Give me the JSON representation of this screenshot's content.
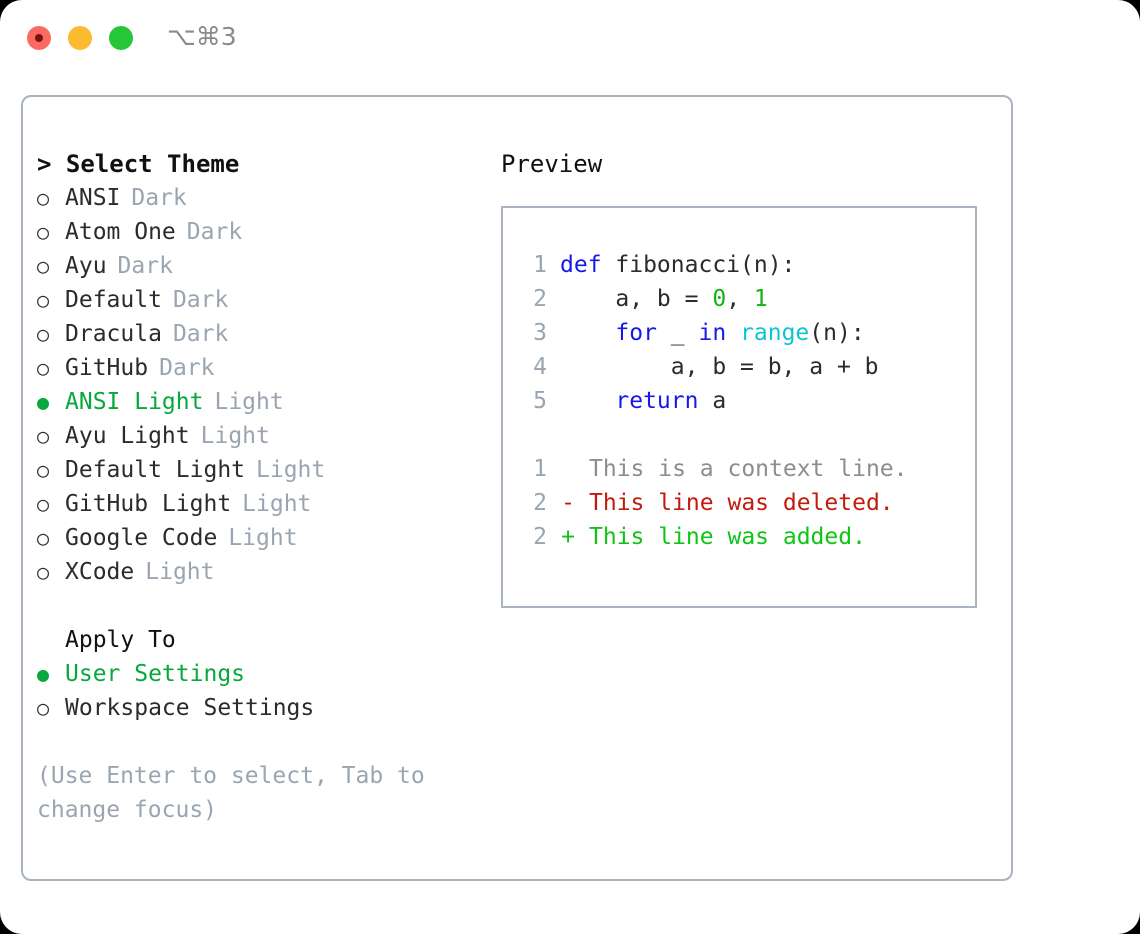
{
  "titlebar": {
    "shortcut": "⌥⌘3",
    "lights": [
      {
        "name": "close-button",
        "color": "#fb6a61"
      },
      {
        "name": "minimize-button",
        "color": "#fcbb2e"
      },
      {
        "name": "maximize-button",
        "color": "#26c639"
      }
    ]
  },
  "theme_picker": {
    "heading": "> Select Theme",
    "selected_marker": "●",
    "unselected_marker": "○",
    "accent_color": "#07a83d",
    "items": [
      {
        "name": "ANSI",
        "variant": "Dark",
        "selected": false
      },
      {
        "name": "Atom One",
        "variant": "Dark",
        "selected": false
      },
      {
        "name": "Ayu",
        "variant": "Dark",
        "selected": false
      },
      {
        "name": "Default",
        "variant": "Dark",
        "selected": false
      },
      {
        "name": "Dracula",
        "variant": "Dark",
        "selected": false
      },
      {
        "name": "GitHub",
        "variant": "Dark",
        "selected": false
      },
      {
        "name": "ANSI Light",
        "variant": "Light",
        "selected": true
      },
      {
        "name": "Ayu Light",
        "variant": "Light",
        "selected": false
      },
      {
        "name": "Default Light",
        "variant": "Light",
        "selected": false
      },
      {
        "name": "GitHub Light",
        "variant": "Light",
        "selected": false
      },
      {
        "name": "Google Code",
        "variant": "Light",
        "selected": false
      },
      {
        "name": "XCode",
        "variant": "Light",
        "selected": false
      }
    ]
  },
  "apply_to": {
    "label": "Apply To",
    "items": [
      {
        "name": "User Settings",
        "selected": true
      },
      {
        "name": "Workspace Settings",
        "selected": false
      }
    ]
  },
  "hint": "(Use Enter to select, Tab to change focus)",
  "preview": {
    "title": "Preview",
    "code_lines": [
      {
        "no": "1",
        "tokens": [
          {
            "t": "def",
            "c": "kw"
          },
          {
            "t": " fibonacci(n):",
            "c": "pl"
          }
        ]
      },
      {
        "no": "2",
        "tokens": [
          {
            "t": "    a, b = ",
            "c": "pl"
          },
          {
            "t": "0",
            "c": "num"
          },
          {
            "t": ", ",
            "c": "pl"
          },
          {
            "t": "1",
            "c": "num"
          }
        ]
      },
      {
        "no": "3",
        "tokens": [
          {
            "t": "    ",
            "c": "pl"
          },
          {
            "t": "for",
            "c": "kw"
          },
          {
            "t": " _ ",
            "c": "pl"
          },
          {
            "t": "in",
            "c": "kw"
          },
          {
            "t": " ",
            "c": "pl"
          },
          {
            "t": "range",
            "c": "fn"
          },
          {
            "t": "(n):",
            "c": "pl"
          }
        ]
      },
      {
        "no": "4",
        "tokens": [
          {
            "t": "        a, b = b, a + b",
            "c": "pl"
          }
        ]
      },
      {
        "no": "5",
        "tokens": [
          {
            "t": "    ",
            "c": "pl"
          },
          {
            "t": "return",
            "c": "kw"
          },
          {
            "t": " a",
            "c": "pl"
          }
        ]
      }
    ],
    "diff_lines": [
      {
        "no": "1",
        "sign": " ",
        "text": "This is a context line.",
        "kind": "diff-ctx"
      },
      {
        "no": "2",
        "sign": "-",
        "text": "This line was deleted.",
        "kind": "diff-del"
      },
      {
        "no": "2",
        "sign": "+",
        "text": "This line was added.",
        "kind": "diff-add"
      }
    ]
  }
}
